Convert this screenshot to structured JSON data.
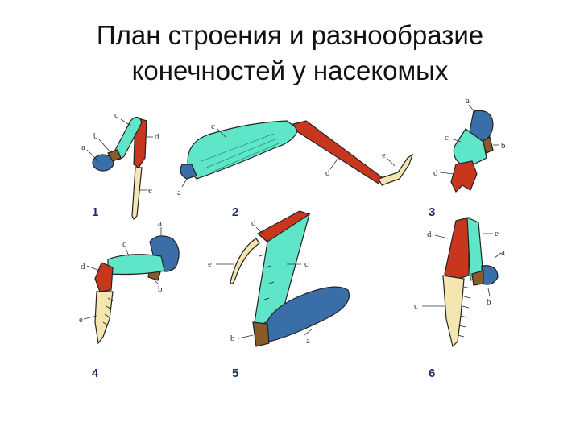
{
  "title": {
    "line1": "План строения и разнообразие",
    "line2": "конечностей у насекомых"
  },
  "colors": {
    "coxa": "#3a6ea8",
    "trochanter": "#8b5a2b",
    "femur": "#5fe6c8",
    "tibia": "#c8361e",
    "tarsus": "#f3e6b0",
    "outline": "#222222"
  },
  "panels": [
    {
      "number": "1",
      "labels": {
        "a": "a",
        "b": "b",
        "c": "c",
        "d": "d",
        "e": "e"
      }
    },
    {
      "number": "2",
      "labels": {
        "a": "a",
        "c": "c",
        "d": "d",
        "e": "e"
      }
    },
    {
      "number": "3",
      "labels": {
        "a": "a",
        "b": "b",
        "c": "c",
        "d": "d"
      }
    },
    {
      "number": "4",
      "labels": {
        "a": "a",
        "b": "b",
        "c": "c",
        "d": "d",
        "e": "e"
      }
    },
    {
      "number": "5",
      "labels": {
        "a": "a",
        "b": "b",
        "c": "c",
        "d": "d",
        "e": "e"
      }
    },
    {
      "number": "6",
      "labels": {
        "a": "a",
        "b": "b",
        "c": "c",
        "d": "d",
        "e": "e"
      }
    }
  ]
}
